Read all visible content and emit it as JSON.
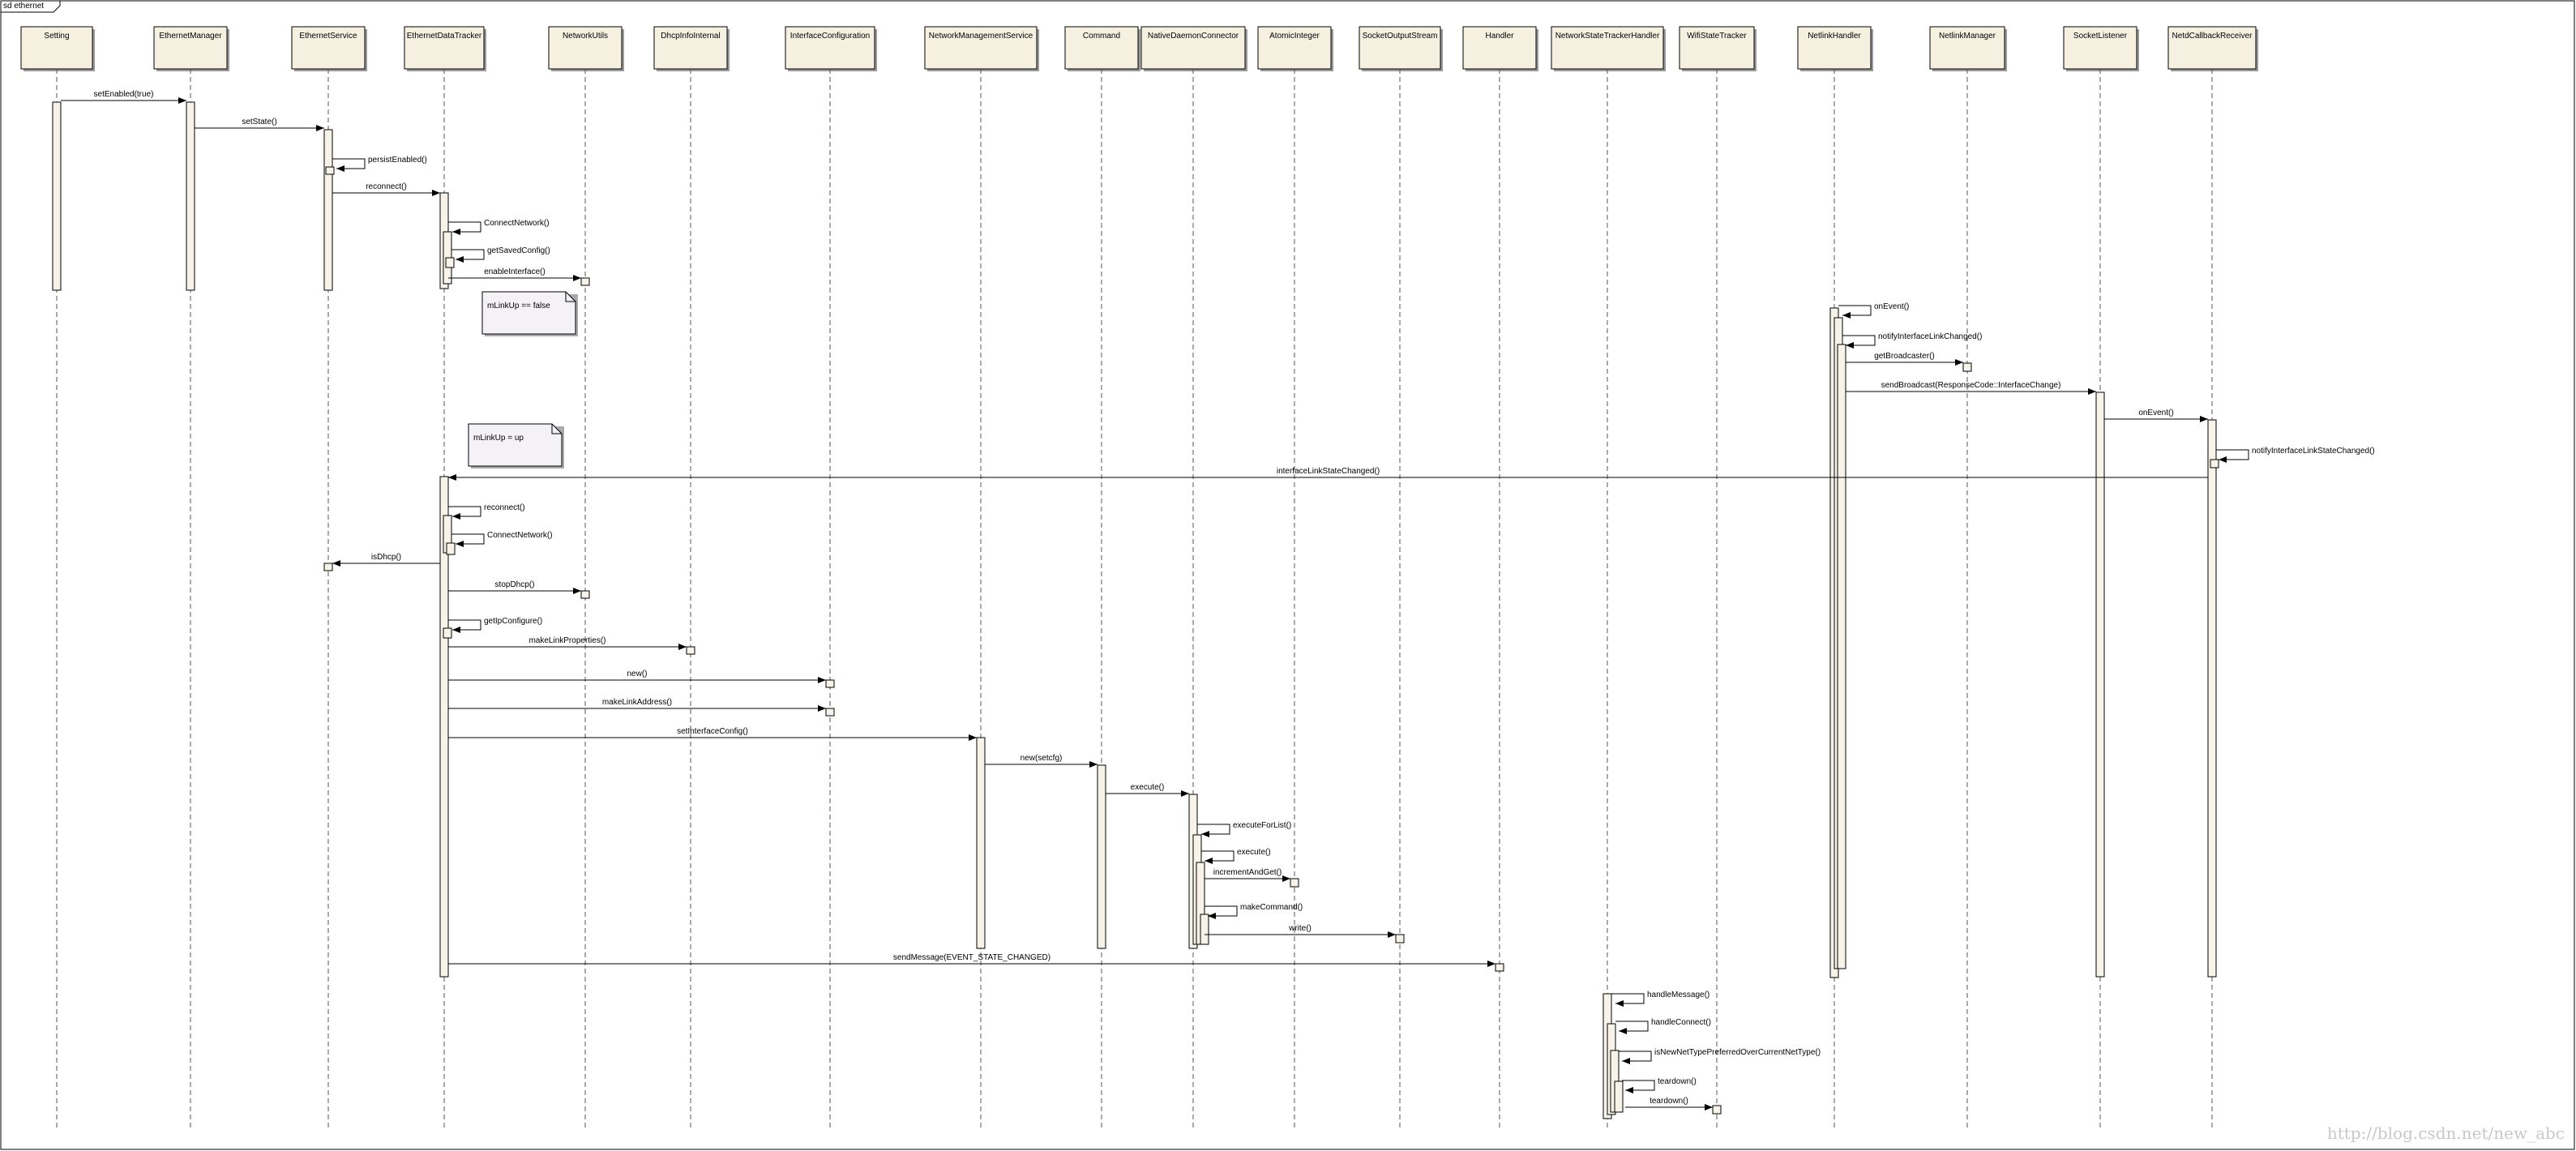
{
  "frame": {
    "title": "sd ethernet"
  },
  "watermark": "http://blog.csdn.net/new_abc",
  "colors": {
    "lifeline_header": "#f5f0e0",
    "activation": "#f7f3e8",
    "note_fill": "#f4f2f6",
    "line": "#000000",
    "lifeline_dash": "#555555"
  },
  "lifelines": [
    "Setting",
    "EthernetManager",
    "EthernetService",
    "EthernetDataTracker",
    "NetworkUtils",
    "DhcpInfoInternal",
    "InterfaceConfiguration",
    "NetworkManagementService",
    "Command",
    "NativeDaemonConnector",
    "AtomicInteger",
    "SocketOutputStream",
    "Handler",
    "NetworkStateTrackerHandler",
    "WifiStateTracker",
    "NetlinkHandler",
    "NetlinkManager",
    "SocketListener",
    "NetdCallbackReceiver"
  ],
  "messages": [
    "setEnabled(true)",
    "setState()",
    "persistEnabled()",
    "reconnect()",
    "ConnectNetwork()",
    "getSavedConfig()",
    "enableInterface()",
    "onEvent()",
    "notifyInterfaceLinkChanged()",
    "getBroadcaster()",
    "sendBroadcast(ResponseCode::InterfaceChange)",
    "onEvent()",
    "notifyInterfaceLinkStateChanged()",
    "interfaceLinkStateChanged()",
    "reconnect()",
    "ConnectNetwork()",
    "isDhcp()",
    "stopDhcp()",
    "getIpConfigure()",
    "makeLinkProperties()",
    "new()",
    "makeLinkAddress()",
    "setInterfaceConfig()",
    "new(setcfg)",
    "execute()",
    "executeForList()",
    "execute()",
    "incrementAndGet()",
    "makeCommand()",
    "write()",
    "sendMessage(EVENT_STATE_CHANGED)",
    "handleMessage()",
    "handleConnect()",
    "isNewNetTypePreferredOverCurrentNetType()",
    "teardown()",
    "teardown()"
  ],
  "notes": [
    "mLinkUp == false",
    "mLinkUp = up"
  ]
}
